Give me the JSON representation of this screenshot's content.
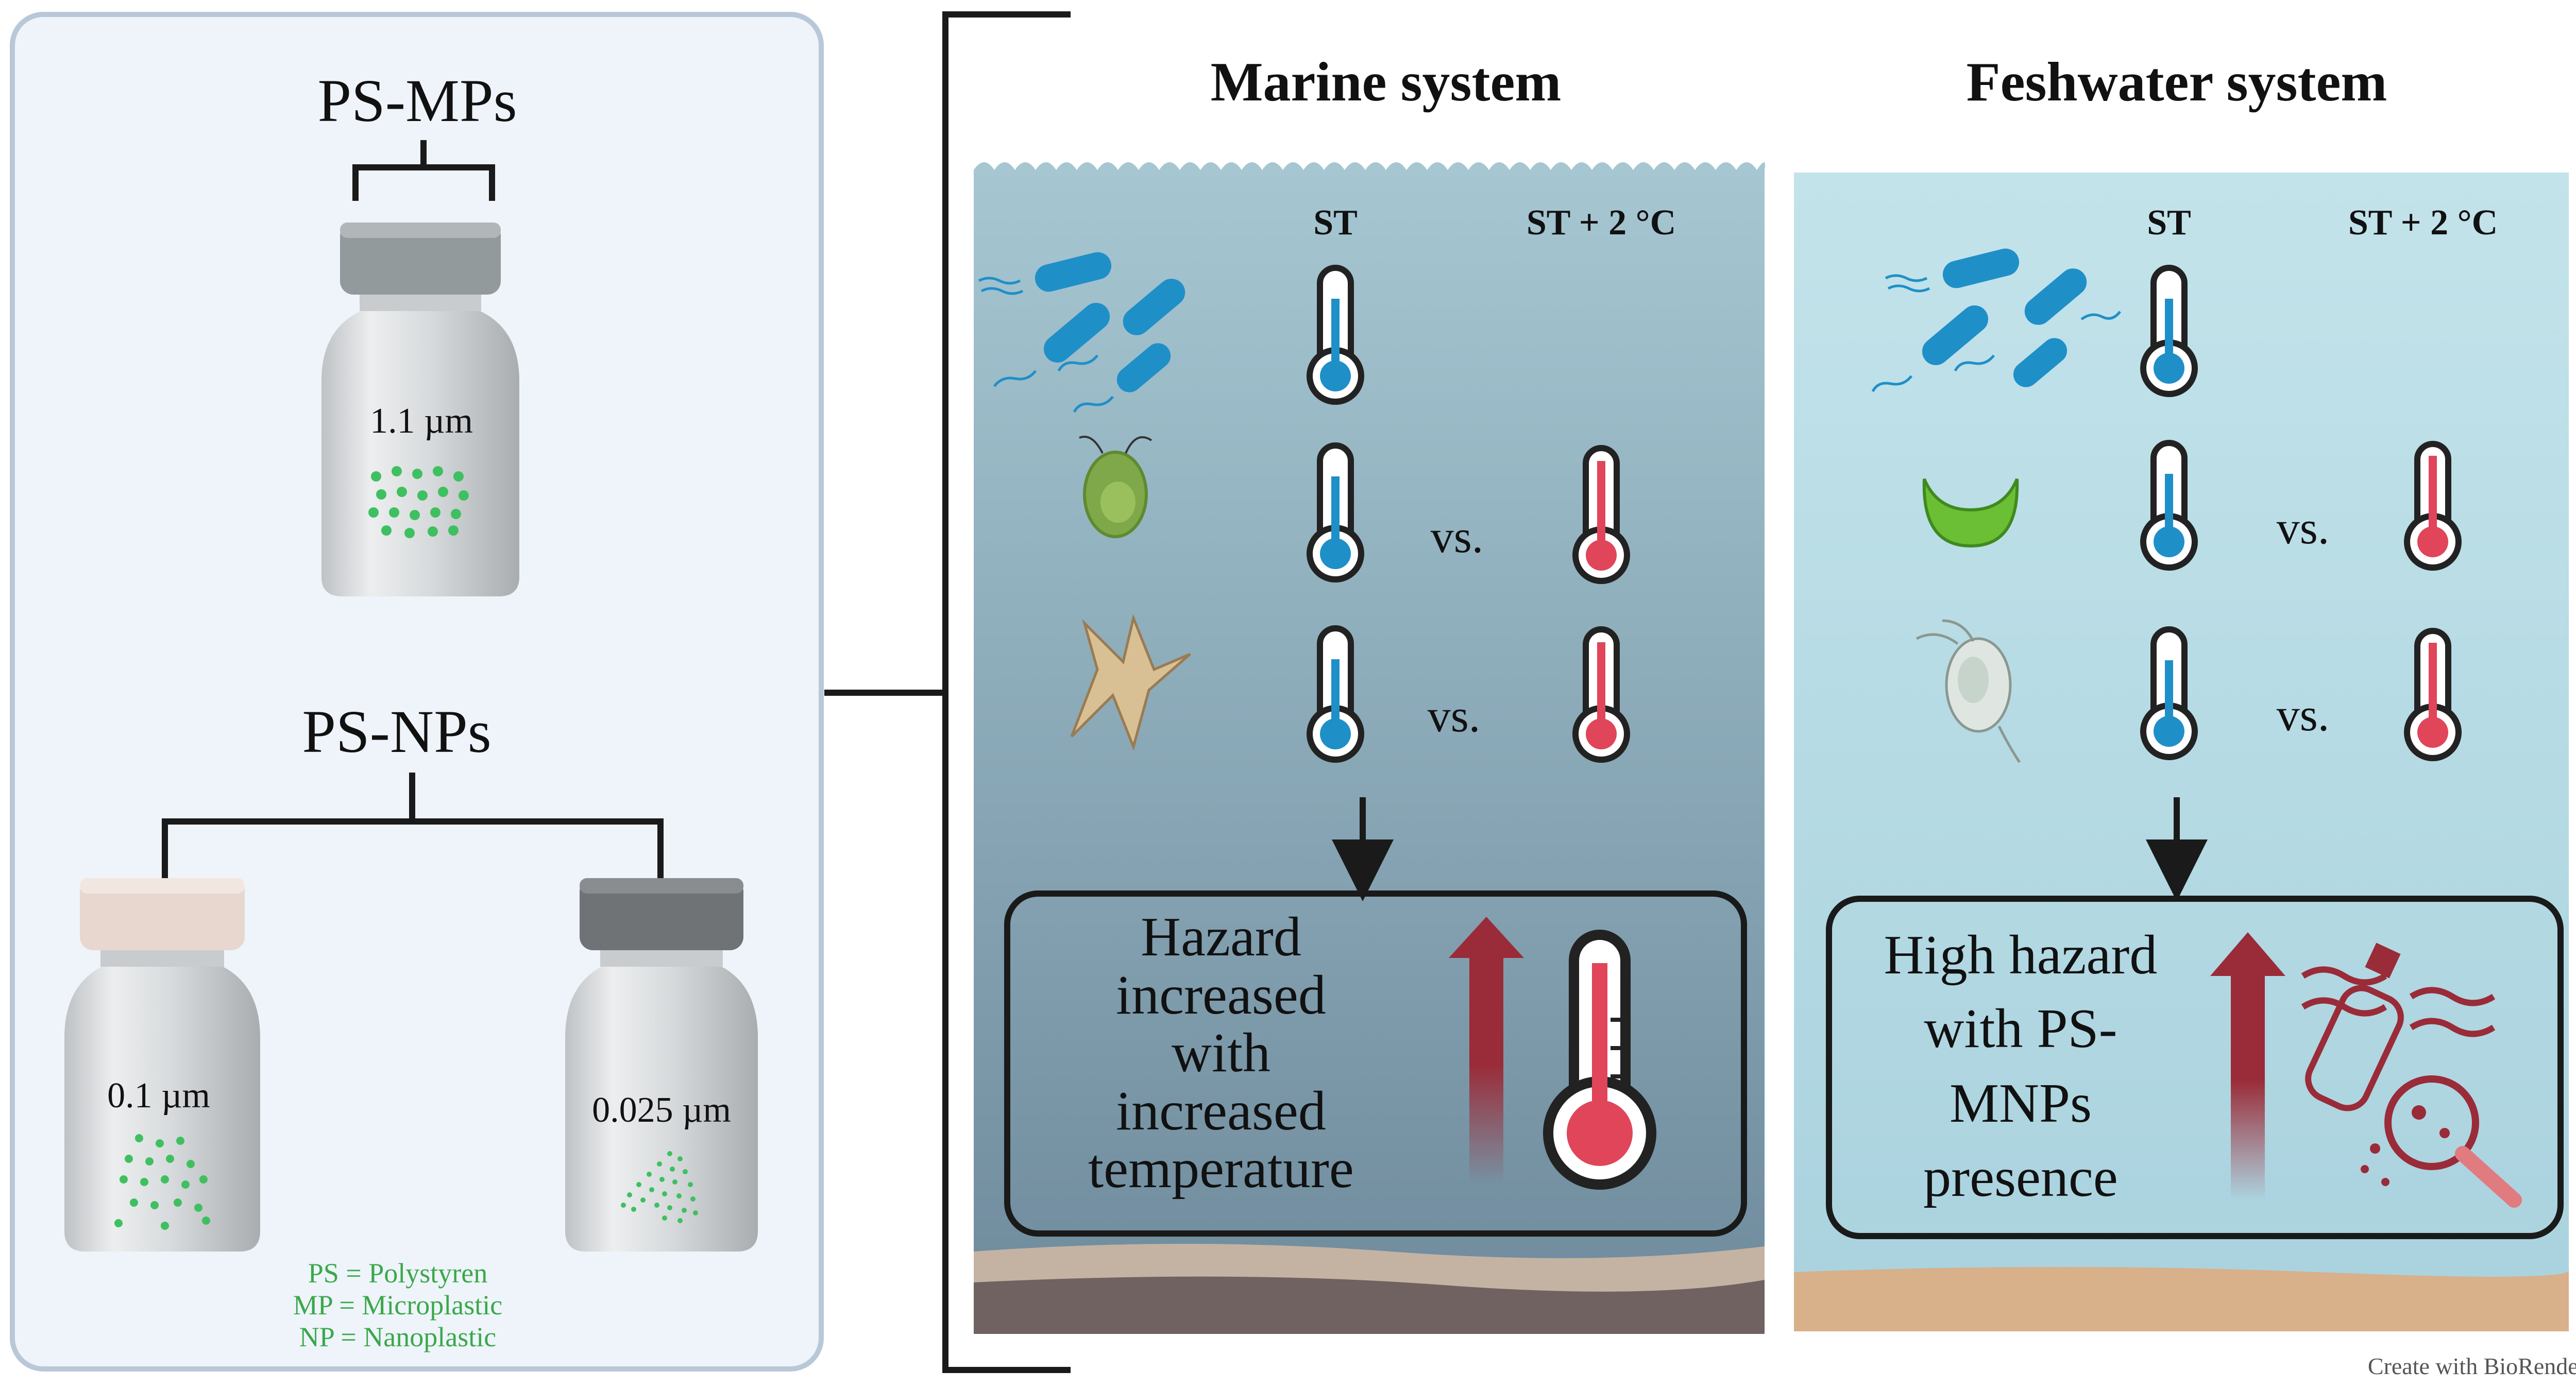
{
  "left_panel": {
    "mps_title": "PS-MPs",
    "mps_size": "1.1 µm",
    "nps_title": "PS-NPs",
    "nps_size_a": "0.1 µm",
    "nps_size_b": "0.025 µm",
    "legend": [
      "PS = Polystyren",
      "MP = Microplastic",
      "NP = Nanoplastic"
    ]
  },
  "marine": {
    "title": "Marine system",
    "col_st": "ST",
    "col_st2": "ST + 2 °C",
    "vs_1": "vs.",
    "vs_2": "vs.",
    "result": [
      "Hazard",
      "increased",
      "with",
      "increased",
      "temperature"
    ]
  },
  "freshwater": {
    "title": "Feshwater system",
    "col_st": "ST",
    "col_st2": "ST + 2 °C",
    "vs_1": "vs.",
    "vs_2": "vs.",
    "result": [
      "High hazard",
      "with PS-",
      "MNPs",
      "presence"
    ]
  },
  "credit": "Create with BioRender",
  "colors": {
    "cold": "#1f8fc8",
    "hot": "#e0455a",
    "arrow": "#9a2b38",
    "panel_bg": "#eef4fa",
    "panel_border": "#b8c8d8",
    "legend_text": "#3aa84a",
    "marine_top": "#a6c7d2",
    "marine_bottom": "#6e8a9c",
    "fresh_bg": "#bfe0e8",
    "sand": "#d8b08a"
  }
}
